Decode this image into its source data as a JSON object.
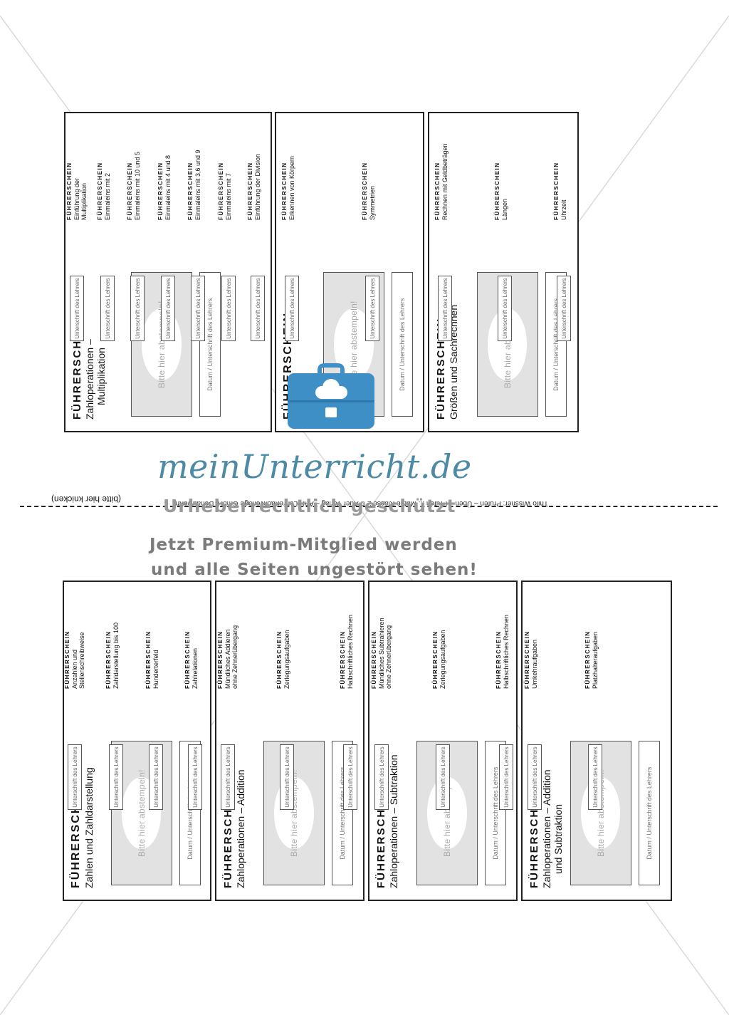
{
  "cards": [
    {
      "id": "multiplikation",
      "caption": "FÜHRERSCHEIN",
      "title_lines": [
        "Zahloperationen –",
        "Multiplikation"
      ],
      "stamp_text": "Bitte hier abstempeln!",
      "date_text": "Datum / Unterschrift des Lehrers",
      "skills": [
        {
          "head": "FÜHRERSCHEIN",
          "lines": [
            "Einführung der",
            "Multiplikation"
          ],
          "sign": "Unterschrift des Lehrers"
        },
        {
          "head": "FÜHRERSCHEIN",
          "lines": [
            "Einmaleins mit 2"
          ],
          "sign": "Unterschrift des Lehrers"
        },
        {
          "head": "FÜHRERSCHEIN",
          "lines": [
            "Einmaleins mit 10 und 5"
          ],
          "sign": "Unterschrift des Lehrers"
        },
        {
          "head": "FÜHRERSCHEIN",
          "lines": [
            "Einmaleins mit 4 und 8"
          ],
          "sign": "Unterschrift des Lehrers"
        },
        {
          "head": "FÜHRERSCHEIN",
          "lines": [
            "Einmaleins mit 3,6 und 9"
          ],
          "sign": "Unterschrift des Lehrers"
        },
        {
          "head": "FÜHRERSCHEIN",
          "lines": [
            "Einmaleins mit 7"
          ],
          "sign": "Unterschrift des Lehrers"
        },
        {
          "head": "FÜHRERSCHEIN",
          "lines": [
            "Einführung der Division"
          ],
          "sign": "Unterschrift des Lehrers"
        }
      ]
    },
    {
      "id": "geometrie",
      "caption": "FÜHRERSCHEIN",
      "title_lines": [
        "Geometrie"
      ],
      "stamp_text": "Bitte hier abstempeln!",
      "date_text": "Datum / Unterschrift des Lehrers",
      "skills": [
        {
          "head": "FÜHRERSCHEIN",
          "lines": [
            "Erkennen von Körpern"
          ],
          "sign": "Unterschrift des Lehrers"
        },
        {
          "head": "FÜHRERSCHEIN",
          "lines": [
            "Symmetrien"
          ],
          "sign": "Unterschrift des Lehrers"
        }
      ]
    },
    {
      "id": "groessen",
      "caption": "FÜHRERSCHEIN",
      "title_lines": [
        "Größen und Sachrechnen"
      ],
      "stamp_text": "Bitte hier abstempeln!",
      "date_text": "Datum / Unterschrift des Lehrers",
      "skills": [
        {
          "head": "FÜHRERSCHEIN",
          "lines": [
            "Rechnen mit Geldbeträgen"
          ],
          "sign": "Unterschrift des Lehrers"
        },
        {
          "head": "FÜHRERSCHEIN",
          "lines": [
            "Längen"
          ],
          "sign": "Unterschrift des Lehrers"
        },
        {
          "head": "FÜHRERSCHEIN",
          "lines": [
            "Uhrzeit"
          ],
          "sign": "Unterschrift des Lehrers"
        }
      ]
    },
    {
      "id": "zahlen",
      "caption": "FÜHRERSCHEIN",
      "title_lines": [
        "Zahlen und Zahldarstellung"
      ],
      "stamp_text": "Bitte hier abstempeln!",
      "date_text": "Datum / Unterschrift des Lehrers",
      "skills": [
        {
          "head": "FÜHRERSCHEIN",
          "lines": [
            "Anzahlen und",
            "Stellenschreibweise"
          ],
          "sign": "Unterschrift des Lehrers"
        },
        {
          "head": "FÜHRERSCHEIN",
          "lines": [
            "Zahldarstellung bis 100"
          ],
          "sign": "Unterschrift des Lehrers"
        },
        {
          "head": "FÜHRERSCHEIN",
          "lines": [
            "Hunderterfeld"
          ],
          "sign": "Unterschrift des Lehrers"
        },
        {
          "head": "FÜHRERSCHEIN",
          "lines": [
            "Zahlrelationen"
          ],
          "sign": "Unterschrift des Lehrers"
        }
      ]
    },
    {
      "id": "addition",
      "caption": "FÜHRERSCHEIN",
      "title_lines": [
        "Zahloperationen – Addition"
      ],
      "stamp_text": "Bitte hier abstempeln!",
      "date_text": "Datum / Unterschrift des Lehrers",
      "skills": [
        {
          "head": "FÜHRERSCHEIN",
          "lines": [
            "Mündliches Addieren",
            "ohne Zehnerübergang"
          ],
          "sign": "Unterschrift des Lehrers"
        },
        {
          "head": "FÜHRERSCHEIN",
          "lines": [
            "Zerlegungsaufgaben"
          ],
          "sign": "Unterschrift des Lehrers"
        },
        {
          "head": "FÜHRERSCHEIN",
          "lines": [
            "Halbschriftliches Rechnen"
          ],
          "sign": "Unterschrift des Lehrers"
        }
      ]
    },
    {
      "id": "subtraktion",
      "caption": "FÜHRERSCHEIN",
      "title_lines": [
        "Zahloperationen – Subtraktion"
      ],
      "stamp_text": "Bitte hier abstempeln!",
      "date_text": "Datum / Unterschrift des Lehrers",
      "skills": [
        {
          "head": "FÜHRERSCHEIN",
          "lines": [
            "Mündliches Subtrahieren",
            "ohne Zehnerübergang"
          ],
          "sign": "Unterschrift des Lehrers"
        },
        {
          "head": "FÜHRERSCHEIN",
          "lines": [
            "Zerlegungsaufgaben"
          ],
          "sign": "Unterschrift des Lehrers"
        },
        {
          "head": "FÜHRERSCHEIN",
          "lines": [
            "Halbschriftliches Rechnen"
          ],
          "sign": "Unterschrift des Lehrers"
        }
      ]
    },
    {
      "id": "add-sub",
      "caption": "FÜHRERSCHEIN",
      "title_lines": [
        "Zahloperationen – Addition",
        "und Subtraktion"
      ],
      "stamp_text": "Bitte hier abstempeln!",
      "date_text": "Datum / Unterschrift des Lehrers",
      "skills": [
        {
          "head": "FÜHRERSCHEIN",
          "lines": [
            "Umkehraufgaben"
          ],
          "sign": "Unterschrift des Lehrers"
        },
        {
          "head": "FÜHRERSCHEIN",
          "lines": [
            "Platzhalteraufgaben"
          ],
          "sign": "Unterschrift des Lehrers"
        }
      ]
    }
  ],
  "fold_label": "(bitte hier knicken)",
  "credit": "Thilo Wissner: Prüfen – Üben – Prüfen ... Mathe Klasse 2 © Auer Verlag – AAP Lehrerfachverlage GmbH, Donauwörth",
  "watermark": {
    "logo": "meinUnterricht.de",
    "line1": "Urheberrechtlich geschützt",
    "line2": "Jetzt Premium-Mitglied werden",
    "line3": "und alle Seiten ungestört sehen!"
  },
  "colors": {
    "logo": "#4d8aa6",
    "bag": "#3f8fc7",
    "stamp_fill": "#e2e2e2"
  }
}
